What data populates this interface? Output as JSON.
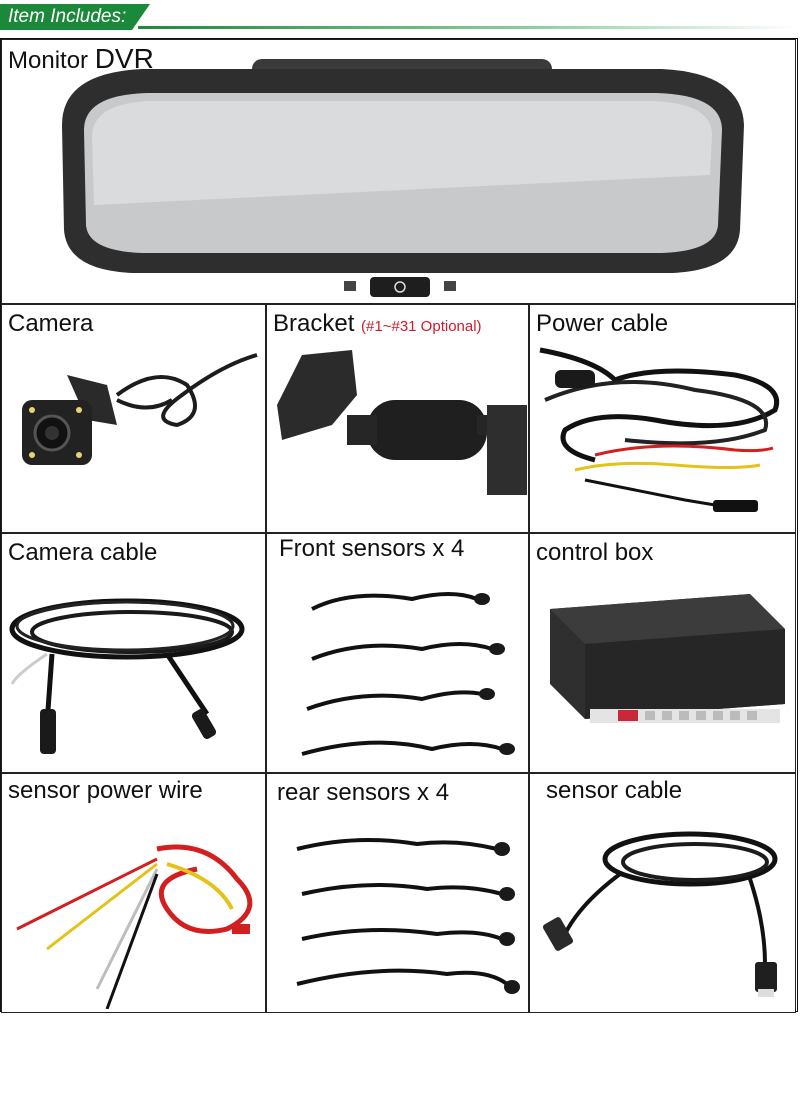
{
  "banner": {
    "title": "Item Includes:"
  },
  "items": [
    {
      "label": "Monitor",
      "label_extra": "DVR"
    },
    {
      "label": "Camera"
    },
    {
      "label": "Bracket",
      "note": "(#1~#31 Optional)"
    },
    {
      "label": "Power cable"
    },
    {
      "label": "Camera cable"
    },
    {
      "label": "Front sensors x 4"
    },
    {
      "label": "control box"
    },
    {
      "label": "sensor power wire"
    },
    {
      "label": "rear sensors x 4"
    },
    {
      "label": "sensor cable"
    }
  ],
  "colors": {
    "banner_green": "#1a8a3a",
    "note_red": "#d11a2a"
  },
  "icons": [
    "mirror-monitor",
    "rear-camera",
    "bracket",
    "power-cable",
    "camera-cable",
    "front-sensors",
    "control-box",
    "sensor-power-wire",
    "rear-sensors",
    "sensor-cable"
  ]
}
